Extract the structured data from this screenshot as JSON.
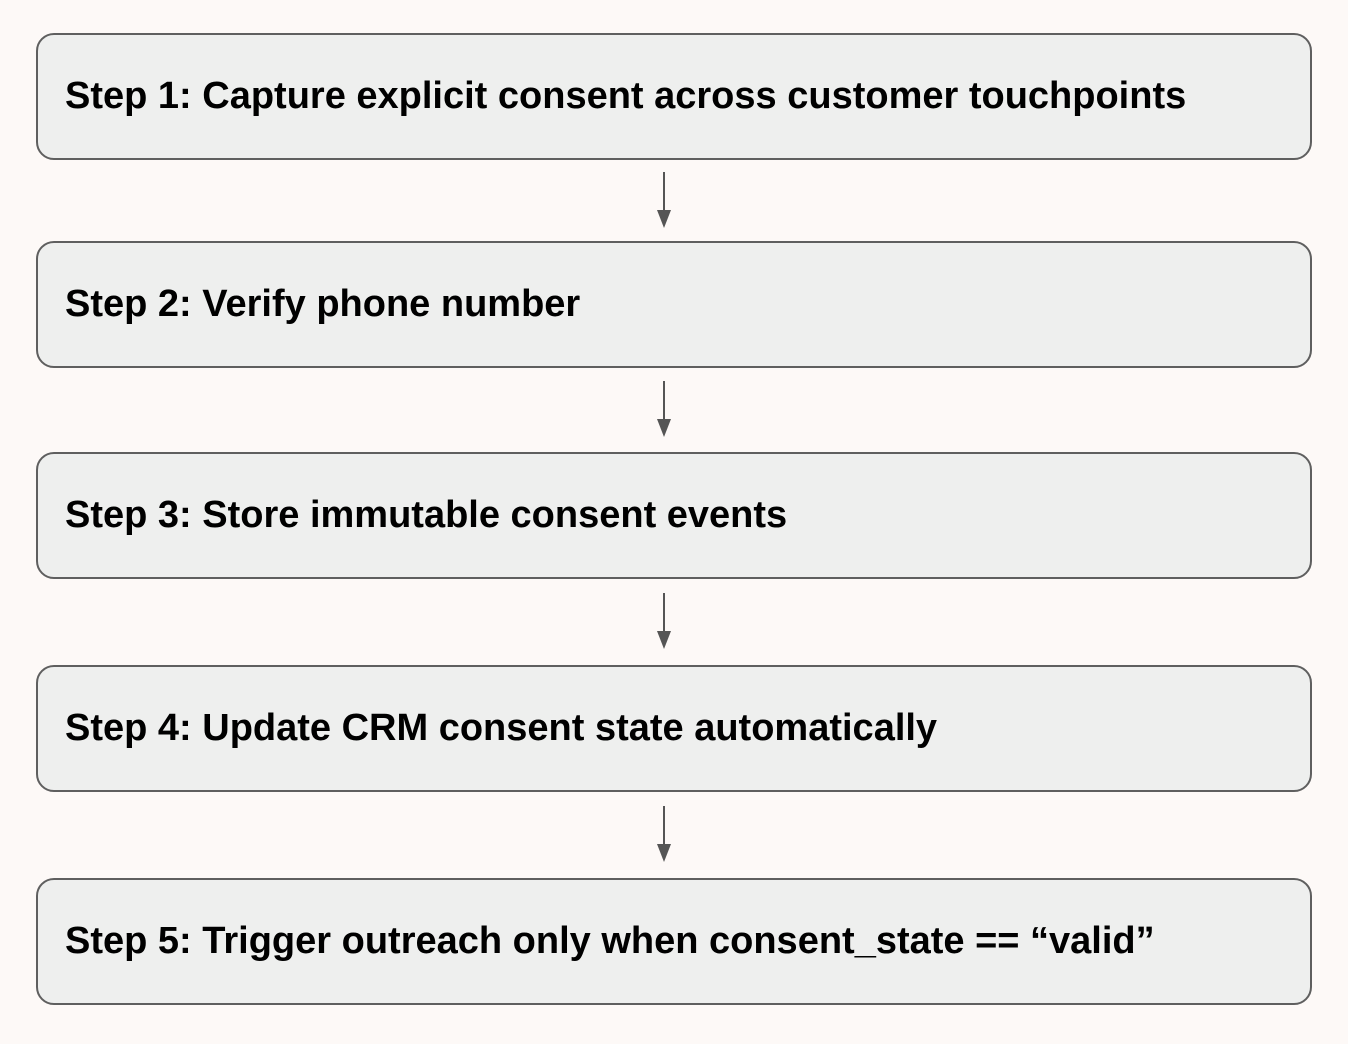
{
  "diagram": {
    "type": "vertical-flow",
    "steps": [
      {
        "label": "Step 1: Capture explicit consent across customer touchpoints"
      },
      {
        "label": "Step 2: Verify phone number"
      },
      {
        "label": "Step 3: Store immutable consent events"
      },
      {
        "label": "Step 4: Update CRM consent state automatically"
      },
      {
        "label": "Step 5: Trigger outreach only when consent_state == “valid”"
      }
    ],
    "colors": {
      "background": "#fdf9f7",
      "box_fill": "#eeefee",
      "box_border": "#5f5f5f",
      "arrow": "#555555",
      "text": "#000000"
    }
  }
}
